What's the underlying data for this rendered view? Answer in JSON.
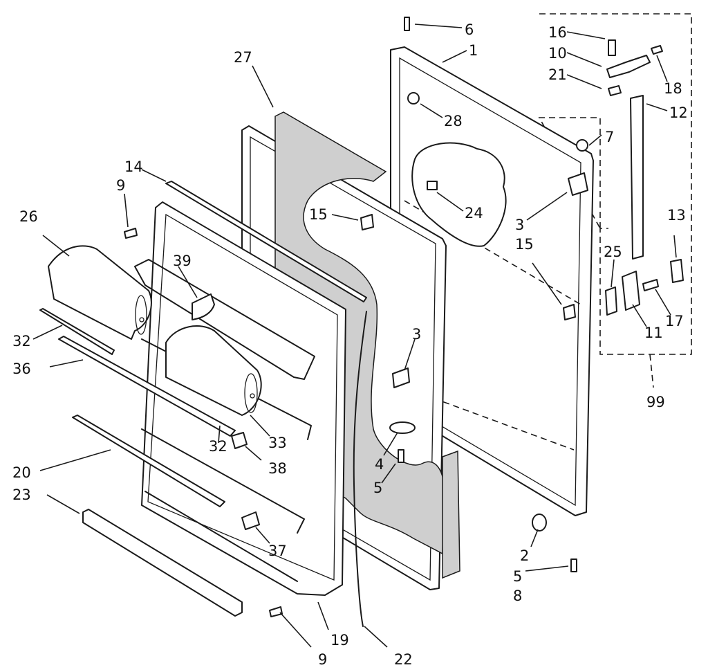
{
  "labels": [
    {
      "id": "l6",
      "text": "6"
    },
    {
      "id": "l1",
      "text": "1"
    },
    {
      "id": "l16",
      "text": "16"
    },
    {
      "id": "l10",
      "text": "10"
    },
    {
      "id": "l21",
      "text": "21"
    },
    {
      "id": "l18",
      "text": "18"
    },
    {
      "id": "l12",
      "text": "12"
    },
    {
      "id": "l27",
      "text": "27"
    },
    {
      "id": "l28",
      "text": "28"
    },
    {
      "id": "l7",
      "text": "7"
    },
    {
      "id": "l14",
      "text": "14"
    },
    {
      "id": "l9a",
      "text": "9"
    },
    {
      "id": "l26",
      "text": "26"
    },
    {
      "id": "l15a",
      "text": "15"
    },
    {
      "id": "l24",
      "text": "24"
    },
    {
      "id": "l3a",
      "text": "3"
    },
    {
      "id": "l15b",
      "text": "15"
    },
    {
      "id": "l13",
      "text": "13"
    },
    {
      "id": "l39",
      "text": "39"
    },
    {
      "id": "l25",
      "text": "25"
    },
    {
      "id": "l17",
      "text": "17"
    },
    {
      "id": "l11",
      "text": "11"
    },
    {
      "id": "l32a",
      "text": "32"
    },
    {
      "id": "l36",
      "text": "36"
    },
    {
      "id": "l3b",
      "text": "3"
    },
    {
      "id": "l99",
      "text": "99"
    },
    {
      "id": "l33",
      "text": "33"
    },
    {
      "id": "l32b",
      "text": "32"
    },
    {
      "id": "l38",
      "text": "38"
    },
    {
      "id": "l4",
      "text": "4"
    },
    {
      "id": "l20",
      "text": "20"
    },
    {
      "id": "l5a",
      "text": "5"
    },
    {
      "id": "l23",
      "text": "23"
    },
    {
      "id": "l37",
      "text": "37"
    },
    {
      "id": "l2",
      "text": "2"
    },
    {
      "id": "l5b",
      "text": "5"
    },
    {
      "id": "l8",
      "text": "8"
    },
    {
      "id": "l9b",
      "text": "9"
    },
    {
      "id": "l19",
      "text": "19"
    },
    {
      "id": "l22",
      "text": "22"
    }
  ]
}
